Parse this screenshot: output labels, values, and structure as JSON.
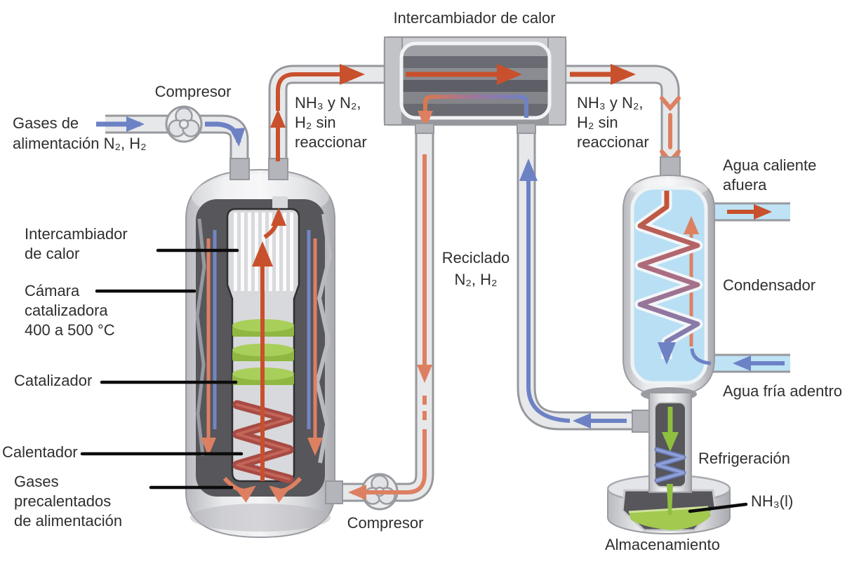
{
  "colors": {
    "hot_flow": "#c8502c",
    "warm_flow": "#dd8061",
    "cold_flow": "#6d82c4",
    "catalyst_green": "#a9cf5b",
    "ammonia_green": "#8fbf3f",
    "water_blue": "#bfe3f5",
    "vessel_dark": "#56565b"
  },
  "feed": {
    "compressor_label": "Compresor",
    "gas_line1": "Gases de",
    "gas_line2": "alimentación N₂, H₂"
  },
  "heat_exchanger_top": {
    "title": "Intercambiador de calor"
  },
  "product_left": {
    "line1": "NH₃ y N₂,",
    "line2": "H₂ sin",
    "line3": "reaccionar"
  },
  "product_right": {
    "line1": "NH₃ y N₂,",
    "line2": "H₂ sin",
    "line3": "reaccionar"
  },
  "condenser": {
    "hot_water_line1": "Agua caliente",
    "hot_water_line2": "afuera",
    "label": "Condensador",
    "cold_water": "Agua fría adentro"
  },
  "refrigeration": {
    "label": "Refrigeración"
  },
  "storage": {
    "ammonia": "NH₃(l)",
    "label": "Almacenamiento"
  },
  "recycle": {
    "line1": "Reciclado",
    "line2": "N₂, H₂",
    "compressor_label": "Compresor"
  },
  "reactor": {
    "hx_line1": "Intercambiador",
    "hx_line2": "de calor",
    "chamber_line1": "Cámara",
    "chamber_line2": "catalizadora",
    "chamber_line3": "400 a 500 °C",
    "catalyst": "Catalizador",
    "heater": "Calentador",
    "preheated_line1": "Gases",
    "preheated_line2": "precalentados",
    "preheated_line3": "de alimentación"
  }
}
